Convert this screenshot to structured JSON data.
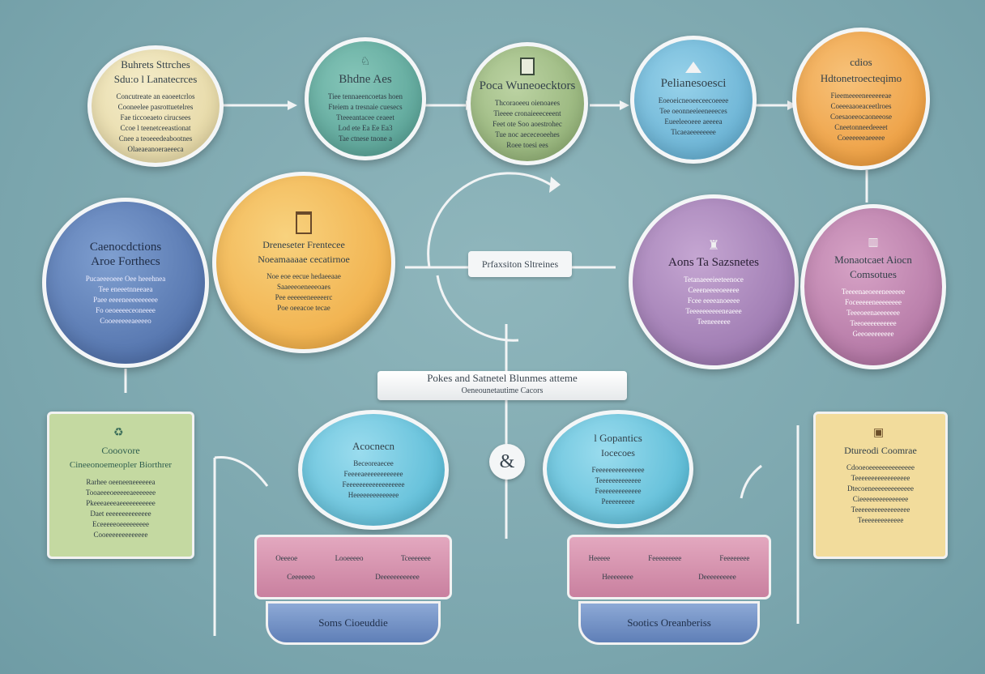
{
  "nodes": {
    "n1": {
      "title_1": "Buhrets Sttrches",
      "title_2": "Sdu:o l Lanatecrces",
      "lines": [
        "Concutreate an eaoeetcrlos",
        "Cooneelee pasrottuetelres",
        "Fae ticcoeaeto cirucsees",
        "Ccoe l teenetceeastionat",
        "Cnee a teoeeedeabootnes",
        "Olaeaeanoeraeeeca"
      ]
    },
    "n2": {
      "title": "Bhdne Aes",
      "lines": [
        "Tiee tennaeencoetas hoen",
        "Fteiem a tresnaie cuesecs",
        "Tteeeantacee ceaeet",
        "Lod ete Ea Ee Ea3",
        "Tae ctnese tnone a"
      ]
    },
    "n3": {
      "title": "Poca Wuneoecktors",
      "lines": [
        "Thcoraoeeu oienoaees",
        "Tieeee cronaieeeceeent",
        "Feet ote Soo aoestrohec",
        "Tue noc aececeoeehes",
        "Roee toesi ees"
      ]
    },
    "n4": {
      "title": "Pelianesoesci",
      "lines": [
        "Eoeoeicneoeeceecoeeee",
        "Tee oeonneeieeneeeces",
        "Eueeleeoeee aeeeea",
        "Ticaeaeeeeeeee"
      ]
    },
    "n5": {
      "title_1": "cdios",
      "title_2": "Hdtonetroecteqimo",
      "lines": [
        "Fieemeeeeneeeeeeae",
        "Coeeeaaoeaceetlroes",
        "Coesaoeeocaoneeose",
        "Cneetonneedeeeet",
        "Coeeeeeeaeeeee"
      ]
    },
    "n6": {
      "title_1": "Caenocdctions",
      "title_2": "Aroe Forthecs",
      "lines": [
        "Pucaeeeoeee Oee heeehnea",
        "Tee eneeetnneeaea",
        "Paee eeeeneeeeeeeeee",
        "Fo oeoeeeeceoneeee",
        "Cooeeeeeeaeeeeo"
      ]
    },
    "n7": {
      "title_1": "Dreneseter Frentecee",
      "title_2": "Noeamaaaae cecatirnoe",
      "lines": [
        "Noe eoe eecue hedaeeaae",
        "Saaeeeoeneeeoaes",
        "Pee eeeeeeneeeeerc",
        "Poe oeeacoe tecae"
      ]
    },
    "n8": {
      "title": "Prfaxsiton Sltreines"
    },
    "n9": {
      "title": "Aons Ta Sazsnetes",
      "lines": [
        "Tetanaeeeieeteenoce",
        "Ceeeneeeeoeeeee",
        "Fcee eeeeanoeeee",
        "Teeeeeeeeeeneaeee",
        "Teeneeeeee"
      ]
    },
    "n10": {
      "title_1": "Monaotcaet Aiocn",
      "title_2": "Comsotues",
      "lines": [
        "Teeeenaeoeeeneeeeee",
        "Foceeeeeneeeeeeee",
        "Teeeoeenaeeeeeee",
        "Teeoeeeeeeeeee",
        "Geeoeeeeeeee"
      ]
    }
  },
  "banner": {
    "title": "Pokes and Satnetel Blunmes atteme",
    "subtitle": "Oeneounetautime Cacors"
  },
  "cards": {
    "left": {
      "title_1": "Cooovore",
      "title_2": "Cineeonoemeopler Biorthrer",
      "lines": [
        "Rarhee oeeneeneeeeeea",
        "Tooaeeeoeeeeeaeeeeeee",
        "Pkeeeaeeeaeeeeeeeeeee",
        "Daet eeeeeeeeeeeeee",
        "Eceeeeeoeeeeeeeee",
        "Cooeeeeeeeeeeeee"
      ]
    },
    "right": {
      "title": "Dtureodi Coomrae",
      "lines": [
        "Cdooeoeeeeeeeeeeeeee",
        "Teeeeeeeeeeeeeeeee",
        "Dtecoeneeeeeeeeeeeee",
        "Cieeeeeeeeeeeeeee",
        "Teeeeeeeeeeeeeeeee",
        "Teeeeeeeeeeeee"
      ]
    }
  },
  "ovals": {
    "left": {
      "title": "Acocnecn",
      "lines": [
        "Beceoreaecee",
        "Feeeeaeeeeeeeeeeee",
        "Feeeeeeeeeeeeeeeeee",
        "Heeeeeeeeeeeeee"
      ]
    },
    "right": {
      "title_1": "l Gopantics",
      "title_2": "Iocecoes",
      "lines": [
        "Feeeeeeeeeeeeeee",
        "Teeeeeeeeeeeee",
        "Feeeeeeeeeeeee",
        "Peeeeeeeee"
      ]
    }
  },
  "trays": {
    "left": {
      "labels": [
        "Oeeeoe",
        "Looeeeeo",
        "Tceeeeeee"
      ],
      "sublabels": [
        "Ceeeeeeo",
        "Deeeeeeeeeeee"
      ],
      "base": "Soms Cioeuddie"
    },
    "right": {
      "labels": [
        "Heeeee",
        "Feeeeeeeee",
        "Feeeeeeee"
      ],
      "sublabels": [
        "Heeeeeeee",
        "Deeeeeeeeee"
      ],
      "base": "Sootics Oreanberiss"
    }
  },
  "center_badge": {
    "glyph": "&"
  },
  "colors": {
    "beige": "#e9ddb0",
    "teal": "#5fa89d",
    "green": "#9cbc7f",
    "blue": "#6eb8d6",
    "orange": "#ef9f3c",
    "navy": "#4f71ad",
    "yellow": "#f2c34d",
    "purple": "#a27fb1",
    "magenta": "#b57aa4",
    "cyan": "#64c1d7",
    "pink": "#d693ad",
    "card_green": "#c4d9a1",
    "card_yellow": "#f2dc9c"
  }
}
